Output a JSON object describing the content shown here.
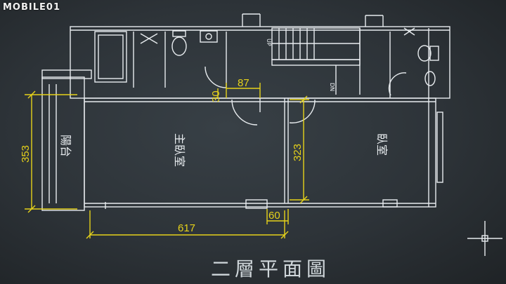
{
  "watermark": "MOBILE01",
  "rooms": {
    "master_bedroom": "主臥室",
    "bedroom": "臥室",
    "balcony": "陽台"
  },
  "dimensions": {
    "d617": "617",
    "d353": "353",
    "d323": "323",
    "d87": "87",
    "d30": "30",
    "d60": "60"
  },
  "stair_labels": {
    "up": "UP",
    "dn": "DN"
  },
  "caption": "二層平面圖",
  "colors": {
    "background": "#2d3338",
    "walls": "#e8ecef",
    "dimension_lines": "#e6d21a",
    "caption": "#cfd6da"
  }
}
